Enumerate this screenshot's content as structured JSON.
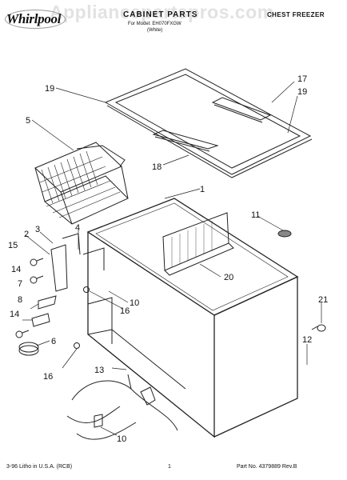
{
  "header": {
    "brand": "Whirlpool",
    "watermark": "Appliancepartspros.com",
    "title": "CABINET PARTS",
    "for_models": "For Model: EH070FXGW",
    "color": "(White)",
    "product_type": "CHEST FREEZER"
  },
  "callouts": {
    "c1": "1",
    "c2": "2",
    "c3": "3",
    "c4": "4",
    "c5": "5",
    "c6": "6",
    "c7": "7",
    "c8": "8",
    "c10a": "10",
    "c10b": "10",
    "c11": "11",
    "c12": "12",
    "c13": "13",
    "c14a": "14",
    "c14b": "14",
    "c15": "15",
    "c16a": "16",
    "c16b": "16",
    "c17": "17",
    "c18": "18",
    "c19a": "19",
    "c19b": "19",
    "c20": "20",
    "c21": "21"
  },
  "footer": {
    "left": "3-96 Litho in U.S.A. (RCB)",
    "page": "1",
    "part_no": "Part No. 4379889 Rev.B"
  }
}
